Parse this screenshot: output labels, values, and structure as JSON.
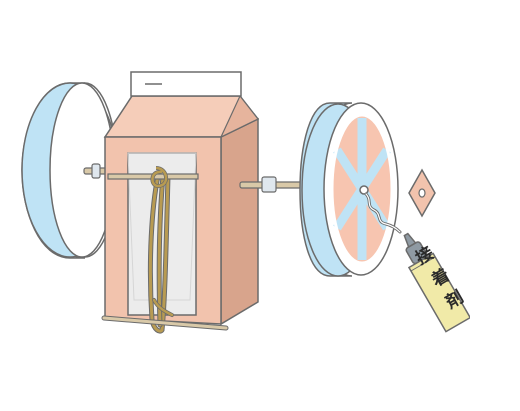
{
  "illustration": {
    "glue_tube_label": [
      "接",
      "着",
      "剤"
    ],
    "colors": {
      "carton_front": "#f2c3ad",
      "carton_side": "#d8a48c",
      "carton_top": "#f5cdb9",
      "window": "#ececec",
      "wheel_rim": "#bfe3f5",
      "wheel_face": "#ffffff",
      "wheel_spoke_fill": "#f7c5b0",
      "axle": "#d9c9a8",
      "string": "#b89b52",
      "tube_body": "#f1eaa8",
      "tube_cap": "#8f9aa3",
      "outline": "#6b6b6b"
    }
  }
}
